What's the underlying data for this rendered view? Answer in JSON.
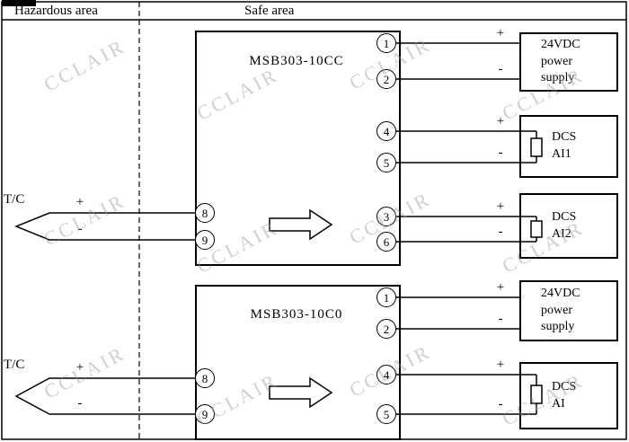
{
  "header": {
    "hazardous_label": "Hazardous area",
    "safe_label": "Safe area"
  },
  "watermark": "CCLAIR",
  "sensors": [
    {
      "label": "T/C",
      "plus": "+",
      "minus": "-"
    },
    {
      "label": "T/C",
      "plus": "+",
      "minus": "-"
    }
  ],
  "modules": [
    {
      "name": "MSB303-10CC",
      "left_terminals": [
        "8",
        "9"
      ],
      "right_terminals": [
        "1",
        "2",
        "4",
        "5",
        "3",
        "6"
      ]
    },
    {
      "name": "MSB303-10C0",
      "left_terminals": [
        "8",
        "9"
      ],
      "right_terminals": [
        "1",
        "2",
        "4",
        "5"
      ]
    }
  ],
  "devices": [
    {
      "lines": [
        "24VDC",
        "power",
        "supply"
      ],
      "plus": "+",
      "minus": "-"
    },
    {
      "lines": [
        "DCS",
        "AI1"
      ],
      "plus": "+",
      "minus": "-"
    },
    {
      "lines": [
        "DCS",
        "AI2"
      ],
      "plus": "+",
      "minus": "-"
    },
    {
      "lines": [
        "24VDC",
        "power",
        "supply"
      ],
      "plus": "+",
      "minus": "-"
    },
    {
      "lines": [
        "DCS",
        "AI"
      ],
      "plus": "+",
      "minus": "-"
    }
  ]
}
